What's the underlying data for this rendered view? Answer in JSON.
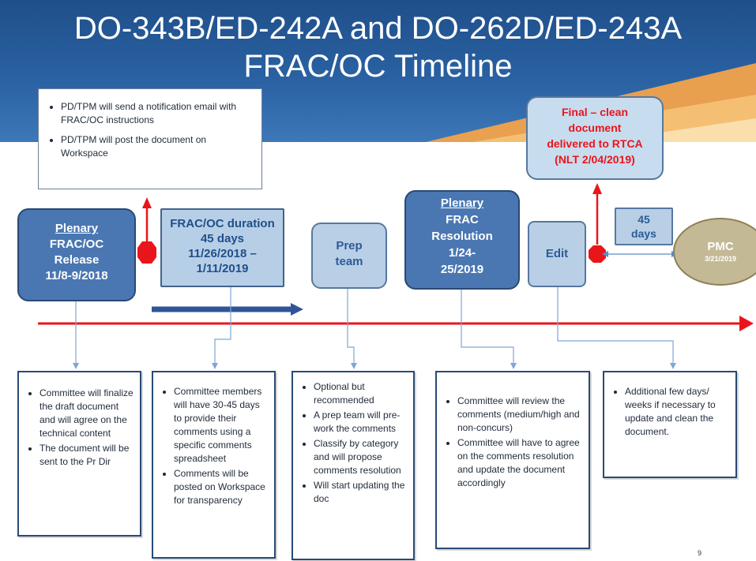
{
  "title": {
    "line1": "DO-343B/ED-242A and DO-262D/ED-243A",
    "line2": "FRAC/OC Timeline"
  },
  "notification_note": [
    "PD/TPM will send a notification email with FRAC/OC instructions",
    "PD/TPM will post the document on Workspace"
  ],
  "nodes": {
    "plenary_release": {
      "heading": "Plenary",
      "line2": "FRAC/OC",
      "line3": "Release",
      "line4": "11/8-9/2018"
    },
    "frac_duration": {
      "line1": "FRAC/OC duration",
      "line2": "45 days",
      "line3": "11/26/2018 –",
      "line4": "1/11/2019"
    },
    "prep_team": {
      "line1": "Prep",
      "line2": "team"
    },
    "plenary_frac": {
      "heading": "Plenary",
      "line2": "FRAC",
      "line3": "Resolution",
      "line4": "1/24-",
      "line5": "25/2019"
    },
    "edit": {
      "label": "Edit"
    },
    "days45": {
      "line1": "45",
      "line2": "days"
    },
    "final": {
      "line1": "Final – clean",
      "line2": "document",
      "line3": "delivered to RTCA",
      "line4": "(NLT 2/04/2019)"
    },
    "pmc": {
      "label": "PMC",
      "date": "3/21/2019"
    }
  },
  "details": {
    "release": [
      "Committee will finalize the draft document and will agree on the technical content",
      "The document will be sent to the Pr Dir"
    ],
    "duration": [
      "Committee members will have 30-45 days to provide their comments using a specific comments spreadsheet",
      "Comments will be posted on Workspace for transparency"
    ],
    "prep": [
      "Optional but recommended",
      "A prep team will pre-work the comments",
      "Classify by category and will propose comments resolution",
      "Will start updating the doc"
    ],
    "resolution": [
      "Committee will review the comments (medium/high and non-concurs)",
      "Committee will have to agree on the comments resolution and update the document accordingly"
    ],
    "edit": [
      "Additional few days/ weeks if necessary to update and clean the document."
    ]
  },
  "page_number": "9",
  "colors": {
    "header_blue": "#2a62a3",
    "timeline_red": "#e8161b",
    "box_dark": "#4a77b2",
    "box_light": "#b7cfe6",
    "pmc_khaki": "#c4b995"
  }
}
